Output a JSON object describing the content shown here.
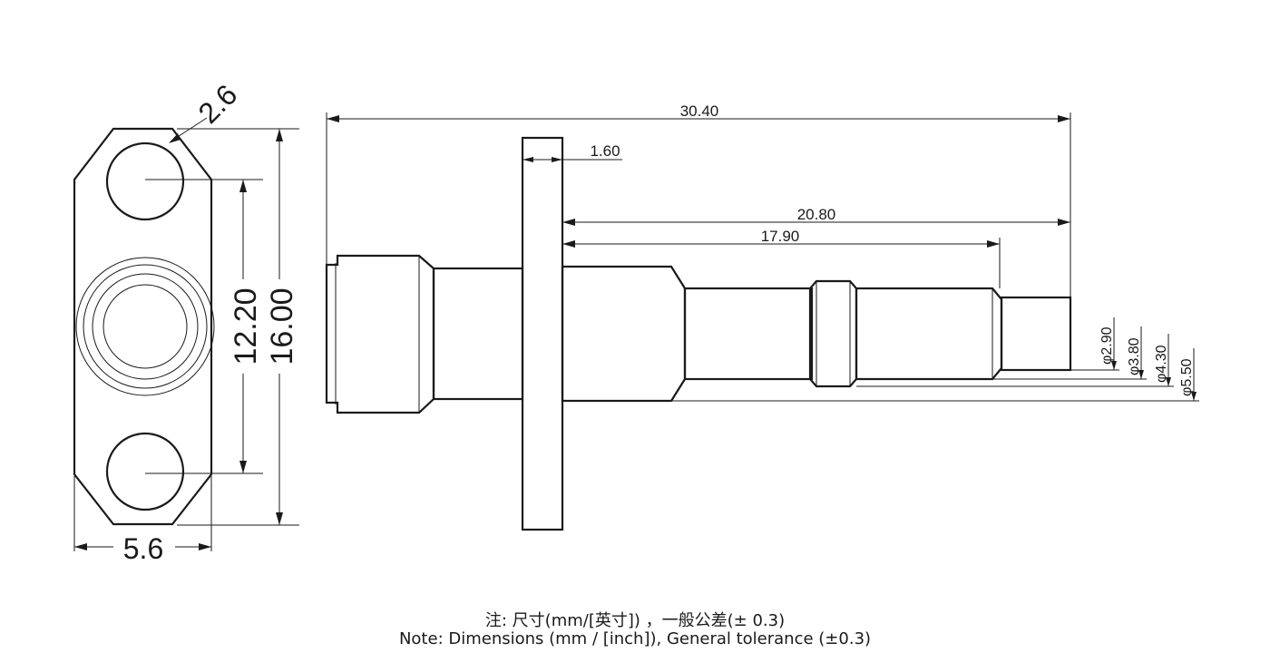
{
  "dimensions": {
    "flange_corner": "2.6",
    "flange_width": "5.6",
    "hole_spacing": "12.20",
    "flange_height": "16.00",
    "overall_length": "30.40",
    "flange_thickness": "1.60",
    "length_to_tip": "20.80",
    "length_to_step": "17.90",
    "dia_1": "φ2.90",
    "dia_2": "φ3.80",
    "dia_3": "φ4.30",
    "dia_4": "φ5.50"
  },
  "notes": {
    "chinese": "注: 尺寸(mm/[英寸]) ，一般公差(± 0.3)",
    "english": "Note: Dimensions (mm / [inch]), General tolerance (±0.3)"
  }
}
